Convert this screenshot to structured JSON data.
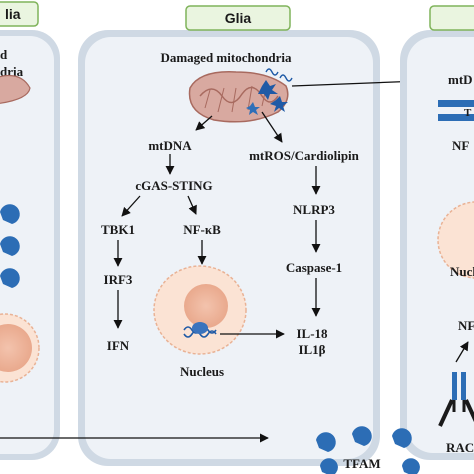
{
  "panels": {
    "left_header": "lia",
    "center_header": "Glia",
    "right_header": ""
  },
  "left_panel": {
    "line1": "d",
    "line2": "dria"
  },
  "center_panel": {
    "damaged_mitochondria": "Damaged mitochondria",
    "mtdna": "mtDNA",
    "cgas_sting": "cGAS-STING",
    "tbk1": "TBK1",
    "nfkb": "NF-κB",
    "irf3": "IRF3",
    "ifn": "IFN",
    "mtros": "mtROS/Cardiolipin",
    "nlrp3": "NLRP3",
    "caspase1": "Caspase-1",
    "il18": "IL-18",
    "il1b": "IL1β",
    "nucleus": "Nucleus"
  },
  "right_panel": {
    "mtd": "mtD",
    "nf1": "NF",
    "nucl": "Nucl",
    "nf2": "NF",
    "t": "T"
  },
  "bottom": {
    "tfam": "TFAM",
    "rac": "RAC"
  },
  "colors": {
    "cell_fill": "#eef2f7",
    "cell_border": "#b7c7d8",
    "header_fill": "#eaf5e0",
    "header_border": "#7fb35a",
    "mito_fill": "#d8a9a0",
    "mito_stroke": "#a86a5f",
    "nucleus_outer": "#fbe3d4",
    "nucleus_inner": "#eeb9a1",
    "dna_blue": "#1f5aa6"
  }
}
